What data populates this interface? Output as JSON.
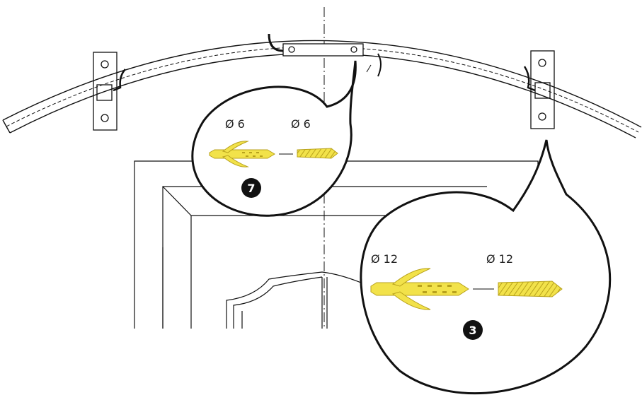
{
  "callout_small": {
    "plug_diameter": "Ø 6",
    "screw_diameter": "Ø 6",
    "quantity": "7"
  },
  "callout_large": {
    "plug_diameter": "Ø 12",
    "screw_diameter": "Ø 12",
    "quantity": "3"
  },
  "colors": {
    "line": "#111111",
    "fixing_fill": "#f2e24a",
    "fixing_stroke": "#b8a21c",
    "badge": "#111111"
  }
}
